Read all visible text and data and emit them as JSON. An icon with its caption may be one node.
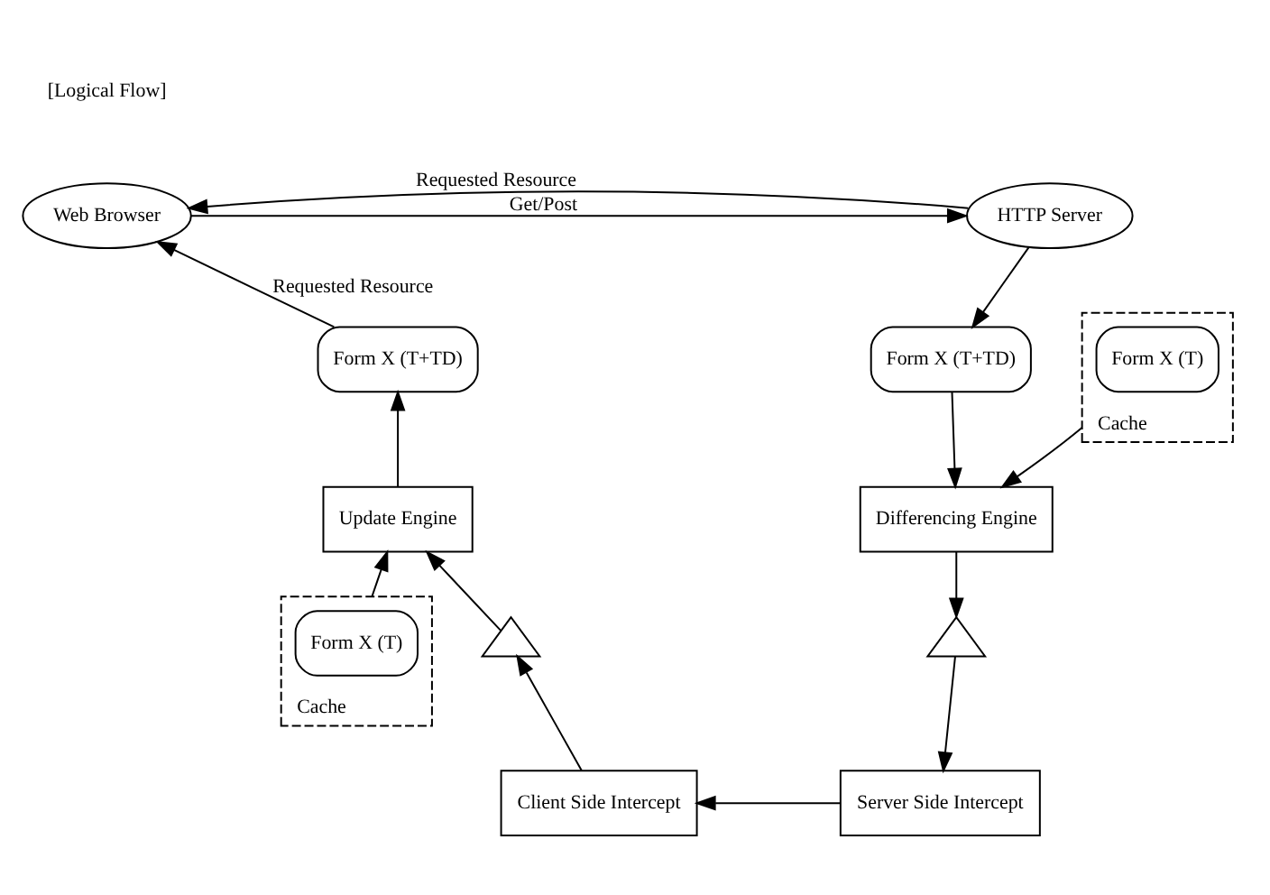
{
  "diagram": {
    "nodes": [
      {
        "text": [
          "Web Browser"
        ]
      },
      {
        "text": [
          "HTTP Server"
        ]
      },
      {
        "text": [
          "Form X (T+TD)"
        ]
      },
      {
        "text": [
          "Update Engine"
        ]
      },
      {
        "text": [
          "Cache"
        ]
      },
      {
        "text": [
          "Form X (T)"
        ],
        "in": 4
      },
      {
        "text": [],
        "shape": "triangle"
      },
      {
        "text": [
          "Client Side Intercept"
        ]
      },
      {
        "text": [
          "Cache"
        ]
      },
      {
        "text": [
          "Form X (T)"
        ],
        "in": 8
      },
      {
        "text": [
          "Form X (T+TD)"
        ]
      },
      {
        "text": [
          "Differencing Engine"
        ]
      },
      {
        "text": [],
        "shape": "triangle"
      },
      {
        "text": [
          "Server Side Intercept"
        ]
      }
    ],
    "edges": [
      {
        "from": 0,
        "to": 1,
        "arrow": "to",
        "label": "Get/Post"
      },
      {
        "from": 1,
        "to": 0,
        "arrow": "to",
        "label": "Requested Resource"
      },
      {
        "from": 2,
        "to": 0,
        "arrow": "to",
        "label": "Requested Resource"
      },
      {
        "from": 3,
        "to": 2,
        "arrow": "to"
      },
      {
        "from": 4,
        "to": 3,
        "arrow": "to"
      },
      {
        "from": 6,
        "to": 3,
        "arrow": "to"
      },
      {
        "from": 7,
        "to": 6,
        "arrow": "to"
      },
      {
        "from": 13,
        "to": 7,
        "arrow": "to"
      },
      {
        "from": 1,
        "to": 10,
        "arrow": "to"
      },
      {
        "from": 8,
        "to": 11,
        "arrow": "to"
      },
      {
        "from": 10,
        "to": 11,
        "arrow": "to"
      },
      {
        "from": 11,
        "to": 12,
        "arrow": "to"
      },
      {
        "from": 12,
        "to": 13,
        "arrow": "to"
      }
    ],
    "labels": [
      "[Logical Flow]"
    ]
  }
}
